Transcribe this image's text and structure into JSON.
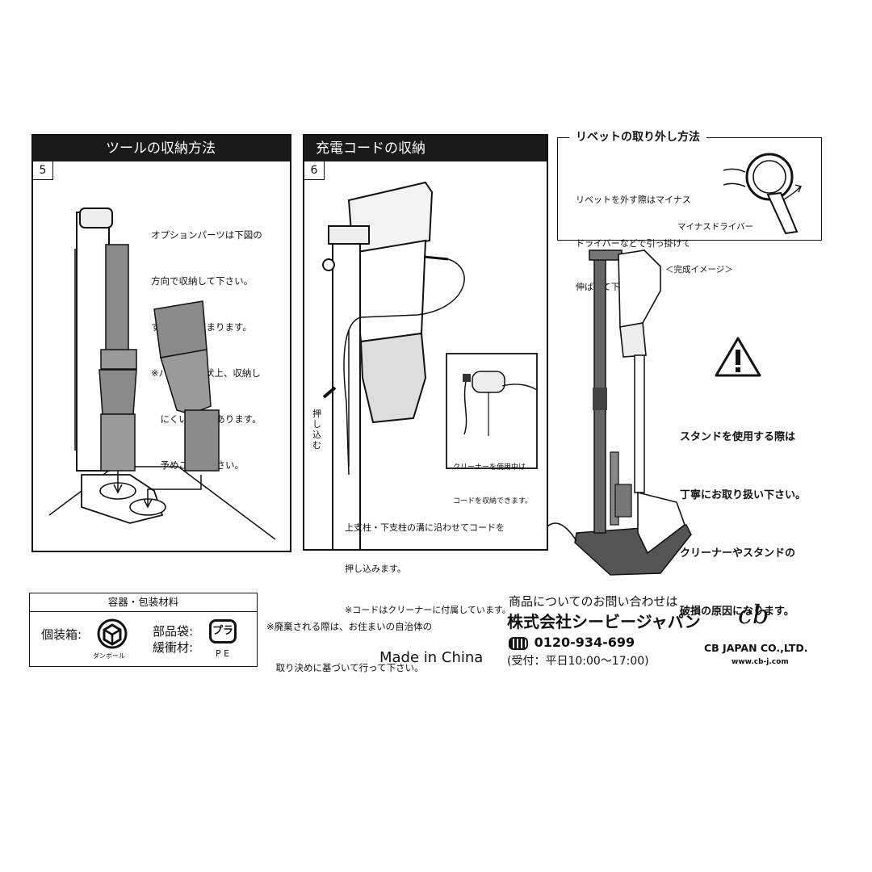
{
  "panel_tools": {
    "title": "ツールの収納方法",
    "step": "5",
    "note_lines": [
      "オプションパーツは下図の",
      "方向で収納して下さい。",
      "すっきりと収まります。",
      "※パーツの形状上、収納し",
      "　にくい向きがあります。",
      "　予めご了承下さい。"
    ]
  },
  "panel_cord": {
    "title": "充電コードの収納",
    "step": "6",
    "push_label": "押し込む",
    "inset_lines": [
      "クリーナーを使用中は",
      "コードを収納できます。"
    ],
    "note_lines": [
      "上支柱・下支柱の溝に沿わせてコードを",
      "押し込みます。",
      "※コードはクリーナーに付属しています。"
    ]
  },
  "panel_rivet": {
    "title": "リベットの取り外し方法",
    "note_lines": [
      "リベットを外す際はマイナス",
      "ドライバーなどで引っ掛けて",
      "伸ばして下さい。"
    ],
    "driver_label": "マイナスドライバー"
  },
  "complete_label": "＜完成イメージ＞",
  "warning": {
    "lines": [
      "スタンドを使用する際は",
      "丁寧にお取り扱い下さい。",
      "クリーナーやスタンドの",
      "破損の原因になります。"
    ]
  },
  "packaging": {
    "title": "容器・包装材料",
    "box_label": "個装箱:",
    "cardboard_caption": "ダンボール",
    "bag_label": "部品袋:",
    "cushion_label": "緩衝材:",
    "pla_mark": "プラ",
    "pe_caption": "P E"
  },
  "disposal_lines": [
    "※廃棄される際は、お住まいの自治体の",
    "　取り決めに基づいて行って下さい。"
  ],
  "made_in": "Made in China",
  "contact": {
    "heading": "商品についてのお問い合わせは",
    "company": "株式会社シービージャパン",
    "phone": "0120-934-699",
    "hours": "(受付：平日10:00〜17:00)"
  },
  "brand": {
    "logo": "cb",
    "name": "CB JAPAN CO.,LTD.",
    "url": "www.cb-j.com"
  }
}
